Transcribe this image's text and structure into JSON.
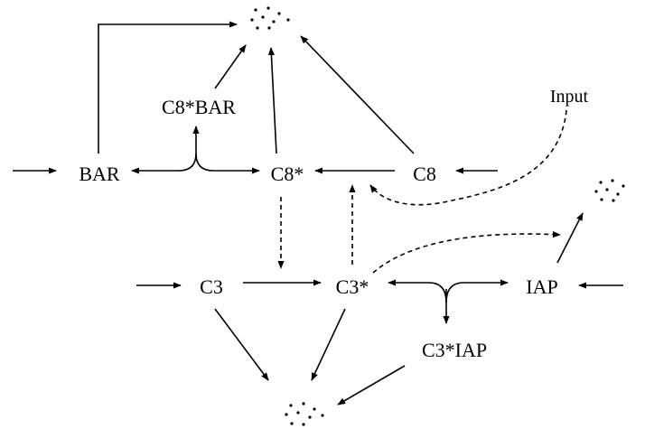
{
  "nodes": {
    "bar": "BAR",
    "c8_bar": "C8*BAR",
    "c8_active": "C8*",
    "c8": "C8",
    "c3": "C3",
    "c3_active": "C3*",
    "iap": "IAP",
    "c3_iap": "C3*IAP",
    "input": "Input"
  },
  "sinks": [
    "degradation-top",
    "degradation-right",
    "degradation-bottom"
  ]
}
